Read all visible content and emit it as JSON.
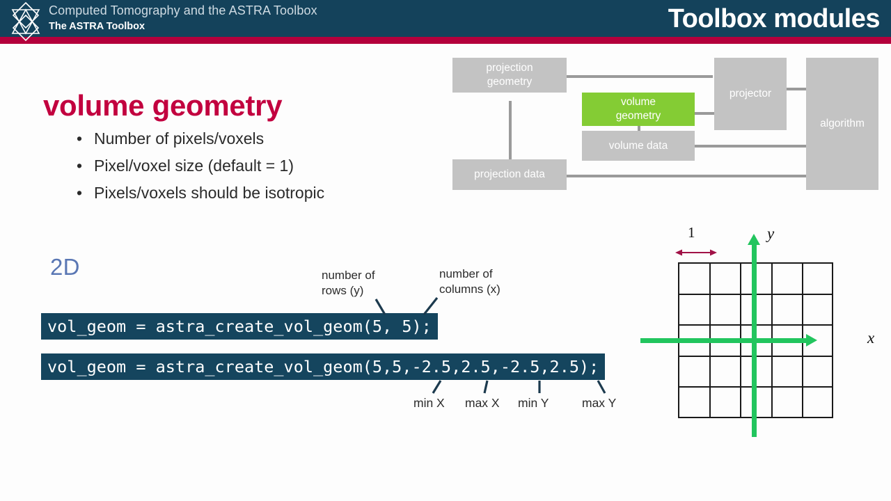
{
  "header": {
    "course_title": "Computed Tomography and the ASTRA Toolbox",
    "subtitle": "The ASTRA Toolbox",
    "section_title": "Toolbox modules",
    "logo_icon": "astra-octagram-star-icon",
    "bar_color": "#14425b",
    "accent_color": "#b4003c"
  },
  "slide": {
    "heading": "volume geometry",
    "heading_color": "#c2003f",
    "bullets": [
      "Number of pixels/voxels",
      "Pixel/voxel size (default = 1)",
      "Pixels/voxels should be isotropic"
    ],
    "bullet_marker": "•",
    "dimension_label": "2D",
    "dimension_label_color": "#5a77b4"
  },
  "code_blocks": [
    {
      "text": "vol_geom = astra_create_vol_geom(5, 5);"
    },
    {
      "text": "vol_geom = astra_create_vol_geom(5,5,-2.5,2.5,-2.5,2.5);"
    }
  ],
  "code_style": {
    "background": "#15455e",
    "text_color": "#ffffff"
  },
  "annotations": {
    "rows": "number of\nrows (y)",
    "columns": "number of\ncolumns (x)",
    "min_x": "min X",
    "max_x": "max X",
    "min_y": "min Y",
    "max_y": "max Y"
  },
  "module_diagram": {
    "boxes": [
      {
        "id": "projection-geometry",
        "label": "projection\ngeometry",
        "highlighted": false
      },
      {
        "id": "volume-geometry",
        "label": "volume\ngeometry",
        "highlighted": true
      },
      {
        "id": "projector",
        "label": "projector",
        "highlighted": false
      },
      {
        "id": "algorithm",
        "label": "algorithm",
        "highlighted": false
      },
      {
        "id": "volume-data",
        "label": "volume data",
        "highlighted": false
      },
      {
        "id": "projection-data",
        "label": "projection data",
        "highlighted": false
      }
    ],
    "box_color": "#c3c3c3",
    "highlight_color": "#84cc34",
    "connector_color": "#9a9a9a"
  },
  "grid_figure": {
    "rows": 5,
    "columns": 5,
    "unit_label": "1",
    "unit_arrow_color": "#a11247",
    "axis_x_label": "x",
    "axis_y_label": "y",
    "axis_color": "#22c55e",
    "grid_line_color": "#1a1a1a"
  }
}
